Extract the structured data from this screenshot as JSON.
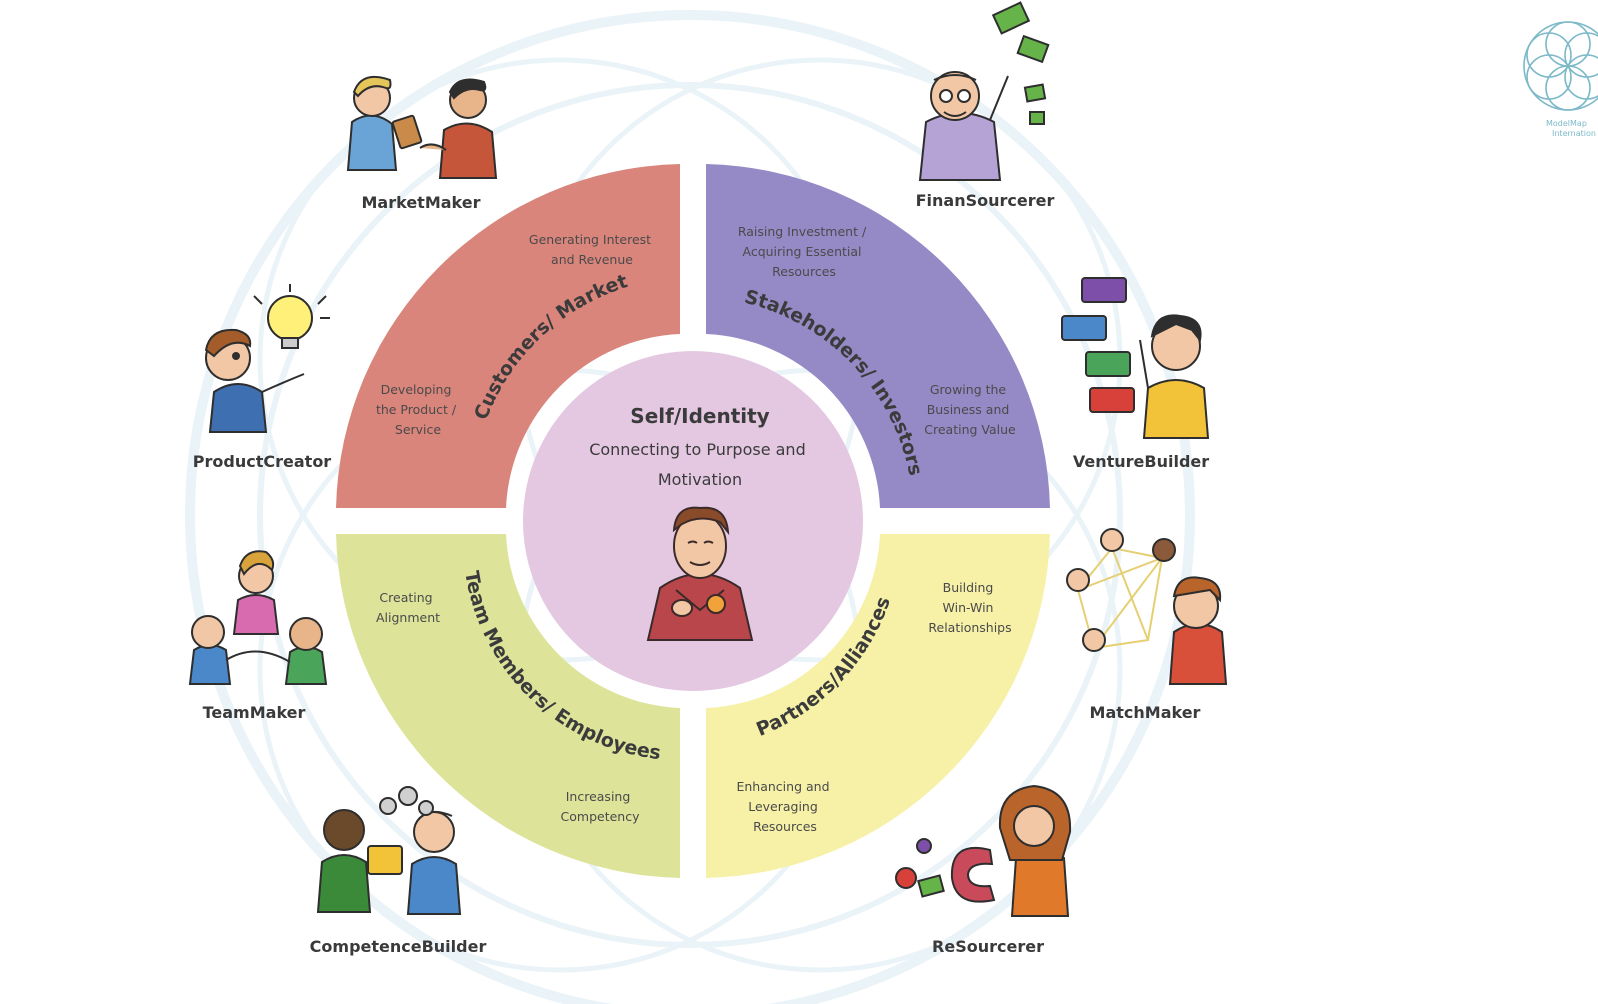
{
  "center": {
    "title": "Self/Identity",
    "subtitle_line1": "Connecting to Purpose and",
    "subtitle_line2": "Motivation"
  },
  "quadrants": {
    "customers": {
      "title": "Customers/ Market",
      "color": "#d9857c",
      "note_top": [
        "Generating Interest",
        "and Revenue"
      ],
      "note_side": [
        "Developing",
        "the Product /",
        "Service"
      ]
    },
    "stakeholders": {
      "title": "Stakeholders/ Investors",
      "color": "#958ac6",
      "note_top": [
        "Raising Investment /",
        "Acquiring Essential",
        "Resources"
      ],
      "note_side": [
        "Growing the",
        "Business and",
        "Creating Value"
      ]
    },
    "team": {
      "title": "Team Members/ Employees",
      "color": "#dde49a",
      "note_side": [
        "Creating",
        "Alignment"
      ],
      "note_bottom": [
        "Increasing",
        "Competency"
      ]
    },
    "partners": {
      "title": "Partners/Alliances",
      "color": "#f7f1a8",
      "note_side": [
        "Building",
        "Win-Win",
        "Relationships"
      ],
      "note_bottom": [
        "Enhancing and",
        "Leveraging",
        "Resources"
      ]
    }
  },
  "roles": [
    {
      "name": "MarketMaker",
      "icon": "handshake-people-icon"
    },
    {
      "name": "FinanSourcerer",
      "icon": "money-man-icon"
    },
    {
      "name": "ProductCreator",
      "icon": "lightbulb-man-icon"
    },
    {
      "name": "VentureBuilder",
      "icon": "building-blocks-man-icon"
    },
    {
      "name": "TeamMaker",
      "icon": "team-group-icon"
    },
    {
      "name": "MatchMaker",
      "icon": "network-man-icon"
    },
    {
      "name": "CompetenceBuilder",
      "icon": "gears-people-icon"
    },
    {
      "name": "ReSourcerer",
      "icon": "magnet-woman-icon"
    }
  ],
  "logo": {
    "line1": "ModelMap",
    "line2": "Internation",
    "color": "#7db9c9"
  }
}
